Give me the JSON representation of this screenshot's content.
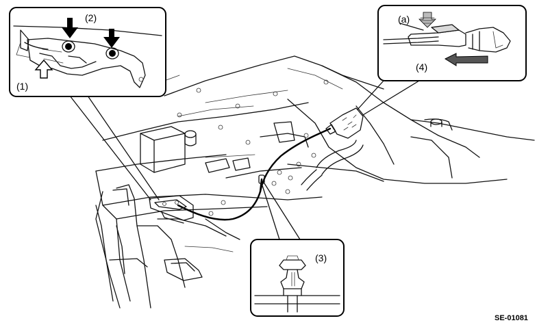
{
  "callouts": {
    "c1": "(1)",
    "c2": "(2)",
    "c3": "(3)",
    "c4": "(4)",
    "ca": "(a)"
  },
  "figure_code": "SE-01081",
  "colors": {
    "ink": "#000000",
    "shade": "#d9d9d9",
    "paper": "#ffffff"
  },
  "icons": [
    "down-arrow-icon",
    "up-outline-arrow-icon",
    "left-arrow-icon",
    "hatched-arrow-icon"
  ]
}
